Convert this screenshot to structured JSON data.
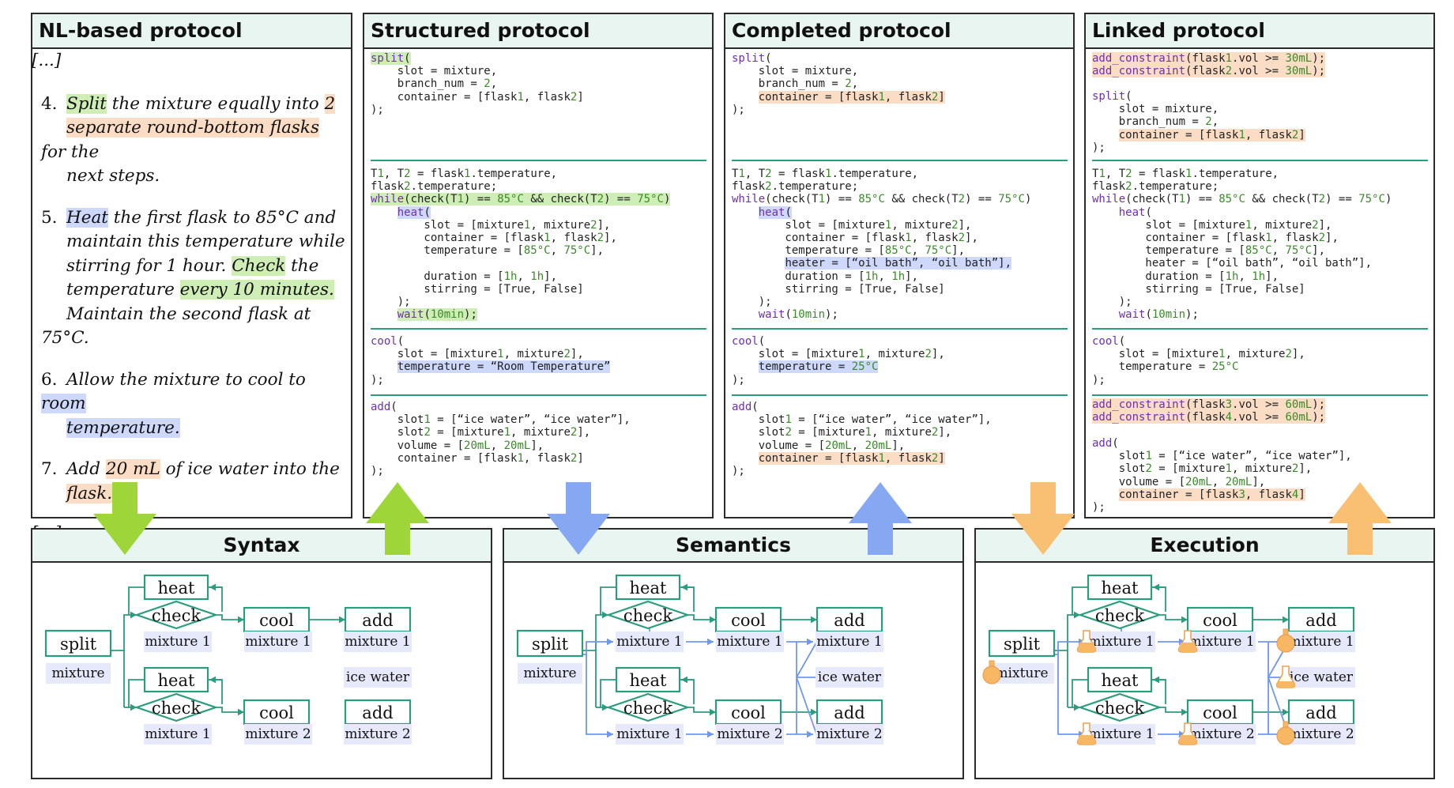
{
  "panels": {
    "nl": {
      "title": "NL-based  protocol"
    },
    "structured": {
      "title": "Structured protocol"
    },
    "completed": {
      "title": "Completed protocol"
    },
    "linked": {
      "title": "Linked protocol"
    }
  },
  "nl_text": {
    "ellipsis_top": "[...]",
    "ellipsis_bottom": "[...]",
    "s4_num": "4.",
    "s4_a": "Split",
    "s4_b": " the mixture equally into ",
    "s4_c": "2",
    "s4_d": "separate round-bottom flasks",
    "s4_e": " for the",
    "s4_f": "next steps.",
    "s5_num": "5.",
    "s5_a": "Heat",
    "s5_b": " the first flask to 85°C  and",
    "s5_c": "maintain this temperature while",
    "s5_d": "stirring for 1 hour. ",
    "s5_e": "Check",
    "s5_f": " the",
    "s5_g": "temperature ",
    "s5_h": "every 10 minutes.",
    "s5_i": "Maintain the second flask at 75°C.",
    "s6_num": "6.",
    "s6_a": "Allow the mixture to cool to ",
    "s6_b": "room",
    "s6_c": "temperature.",
    "s7_num": "7.",
    "s7_a": "Add ",
    "s7_b": "20 mL",
    "s7_c": " of ice water into the",
    "s7_d": "flask."
  },
  "code": {
    "structured": {
      "b1": [
        "split(",
        "    slot = mixture,",
        "    branch_num = 2,",
        "    container = [flask1, flask2]",
        ");"
      ],
      "b2": [
        "T1, T2 = flask1.temperature,",
        "flask2.temperature;",
        "while(check(T1) == 85°C && check(T2) == 75°C)",
        "    heat(",
        "        slot = [mixture1, mixture2],",
        "        container = [flask1, flask2],",
        "        temperature = [85°C, 75°C],",
        "",
        "        duration = [1h, 1h],",
        "        stirring = [True, False]",
        "    );",
        "    wait(10min);"
      ],
      "b3": [
        "cool(",
        "    slot = [mixture1, mixture2],",
        "    temperature = “Room Temperature”",
        ");"
      ],
      "b4": [
        "add(",
        "    slot1 = [“ice water”, “ice water”],",
        "    slot2 = [mixture1, mixture2],",
        "    volume = [20mL, 20mL],",
        "    container = [flask1, flask2]",
        ");"
      ]
    },
    "completed": {
      "b1": [
        "split(",
        "    slot = mixture,",
        "    branch_num = 2,",
        "    container = [flask1, flask2]",
        ");"
      ],
      "b2": [
        "T1, T2 = flask1.temperature,",
        "flask2.temperature;",
        "while(check(T1) == 85°C && check(T2) == 75°C)",
        "    heat(",
        "        slot = [mixture1, mixture2],",
        "        container = [flask1, flask2],",
        "        temperature = [85°C, 75°C],",
        "        heater = [“oil bath”, “oil bath”],",
        "        duration = [1h, 1h],",
        "        stirring = [True, False]",
        "    );",
        "    wait(10min);"
      ],
      "b3": [
        "cool(",
        "    slot = [mixture1, mixture2],",
        "    temperature = 25°C",
        ");"
      ],
      "b4": [
        "add(",
        "    slot1 = [“ice water”, “ice water”],",
        "    slot2 = [mixture1, mixture2],",
        "    volume = [20mL, 20mL],",
        "    container = [flask1, flask2]",
        ");"
      ]
    },
    "linked": {
      "b0": [
        "add_constraint(flask1.vol >= 30mL);",
        "add_constraint(flask2.vol >= 30mL);"
      ],
      "b1": [
        "split(",
        "    slot = mixture,",
        "    branch_num = 2,",
        "    container = [flask1, flask2]",
        ");"
      ],
      "b2": [
        "T1, T2 = flask1.temperature,",
        "flask2.temperature;",
        "while(check(T1) == 85°C && check(T2) == 75°C)",
        "    heat(",
        "        slot = [mixture1, mixture2],",
        "        container = [flask1, flask2],",
        "        temperature = [85°C, 75°C],",
        "        heater = [“oil bath”, “oil bath”],",
        "        duration = [1h, 1h],",
        "        stirring = [True, False]",
        "    );",
        "    wait(10min);"
      ],
      "b3": [
        "cool(",
        "    slot = [mixture1, mixture2],",
        "    temperature = 25°C",
        ");"
      ],
      "b4a": [
        "add_constraint(flask3.vol >= 60mL);",
        "add_constraint(flask4.vol >= 60mL);"
      ],
      "b4": [
        "add(",
        "    slot1 = [“ice water”, “ice water”],",
        "    slot2 = [mixture1, mixture2],",
        "    volume = [20mL, 20mL],",
        "    container = [flask3, flask4]",
        ");"
      ]
    }
  },
  "graphs": {
    "syntax": {
      "title": "Syntax"
    },
    "semantics": {
      "title": "Semantics"
    },
    "execution": {
      "title": "Execution"
    },
    "labels": {
      "split": "split",
      "mixture": "mixture",
      "heat": "heat",
      "check": "check",
      "cool": "cool",
      "add": "add",
      "mixture1": "mixture 1",
      "mixture2": "mixture 2",
      "ice_water": "ice water"
    }
  },
  "colors": {
    "green_hl": "#cfeeb6",
    "blue_hl": "#cdd8fb",
    "orange_hl": "#fbdcc4",
    "teal": "#2a9d7f",
    "arrow_green": "#9ed63a",
    "arrow_blue": "#86a8f2",
    "arrow_orange": "#f9bf72"
  }
}
